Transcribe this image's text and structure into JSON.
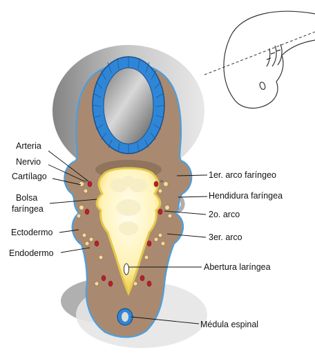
{
  "labels": {
    "arteria": "Arteria",
    "nervio": "Nervio",
    "cartilago": "Cartílago",
    "bolsa_line1": "Bolsa",
    "bolsa_line2": "faríngea",
    "ectodermo": "Ectodermo",
    "endodermo": "Endodermo",
    "arco1": "1er. arco faríngeo",
    "hendidura": "Hendidura faríngea",
    "arco2": "2o. arco",
    "arco3": "3er. arco",
    "abertura": "Abertura laríngea",
    "medula": "Médula espinal"
  },
  "colors": {
    "tissue": "#a98a70",
    "ectoderm_outline": "#4a9fe0",
    "neural_tube": "#2f86d6",
    "pharynx_lumen": "#fff6c8",
    "pharynx_glow": "#f2dc6a",
    "artery": "#b8202a",
    "cartilage": "#f4d9a0",
    "shadow_gray": "#8c8c8c",
    "embryo_sketch": "#333333"
  }
}
